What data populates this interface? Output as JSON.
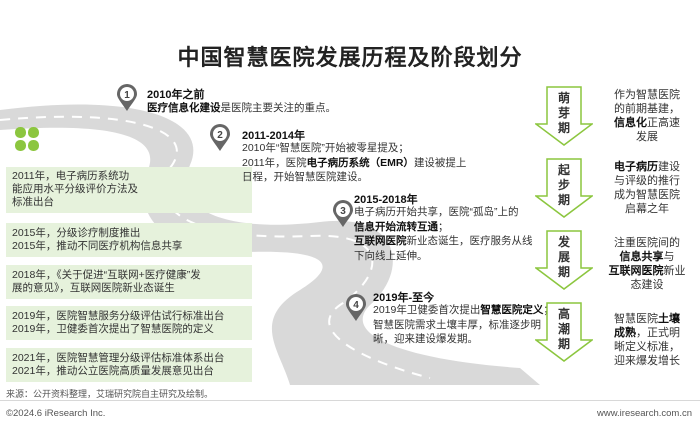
{
  "title": "中国智慧医院发展历程及阶段划分",
  "colors": {
    "green": "#8cc63f",
    "green_light": "#e6f2dc",
    "road": "#d9d9d9",
    "pin": "#666666"
  },
  "events": [
    {
      "lines": [
        "2011年，电子病历系统功",
        "能应用水平分级评价方法及",
        "标准出台"
      ]
    },
    {
      "lines": [
        "2015年，分级诊疗制度推出",
        "2015年，推动不同医疗机构信息共享"
      ]
    },
    {
      "lines": [
        "2018年，《关于促进“互联网+医疗健康”发",
        "展的意见》，互联网医院新业态诞生"
      ]
    },
    {
      "lines": [
        "2019年，医院智慧服务分级评估试行标准出台",
        "2019年，卫健委首次提出了智慧医院的定义"
      ]
    },
    {
      "lines": [
        "2021年，医院智慧管理分级评估标准体系出台",
        "2021年，推动公立医院高质量发展意见出台"
      ]
    }
  ],
  "stages": [
    {
      "num": "1",
      "head": "2010年之前",
      "lines": [
        [
          {
            "t": "医疗信息化建设",
            "b": true
          },
          {
            "t": "是医院主要关注的重点。",
            "b": false
          }
        ]
      ]
    },
    {
      "num": "2",
      "head": "2011-2014年",
      "lines": [
        [
          {
            "t": "2010年“智慧医院”开始被零星提及；",
            "b": false
          }
        ],
        [
          {
            "t": "2011年，医院",
            "b": false
          },
          {
            "t": "电子病历系统（EMR）",
            "b": true
          },
          {
            "t": "建设被提上",
            "b": false
          }
        ],
        [
          {
            "t": "日程，开始智慧医院建设。",
            "b": false
          }
        ]
      ]
    },
    {
      "num": "3",
      "head": "2015-2018年",
      "lines": [
        [
          {
            "t": "电子病历开始共享，医院“孤岛”上的",
            "b": false
          }
        ],
        [
          {
            "t": "信息开始流转互通",
            "b": true
          },
          {
            "t": "；",
            "b": false
          }
        ],
        [
          {
            "t": "互联网医院",
            "b": true
          },
          {
            "t": "新业态诞生，医疗服务从线",
            "b": false
          }
        ],
        [
          {
            "t": "下向线上延伸。",
            "b": false
          }
        ]
      ]
    },
    {
      "num": "4",
      "head": "2019年-至今",
      "lines": [
        [
          {
            "t": "2019年卫健委首次提出",
            "b": false
          },
          {
            "t": "智慧医院定义",
            "b": true
          },
          {
            "t": "；",
            "b": false
          }
        ],
        [
          {
            "t": "智慧医院需求土壤丰厚，标准逐步明",
            "b": false
          }
        ],
        [
          {
            "t": "晰，迎来建设爆发期。",
            "b": false
          }
        ]
      ]
    }
  ],
  "phases": [
    {
      "label": [
        "萌",
        "芽",
        "期"
      ],
      "desc": [
        [
          {
            "t": "作为智慧医院",
            "b": false
          }
        ],
        [
          {
            "t": "的前期基建，",
            "b": false
          }
        ],
        [
          {
            "t": "信息化",
            "b": true
          },
          {
            "t": "正高速",
            "b": false
          }
        ],
        [
          {
            "t": "发展",
            "b": false
          }
        ]
      ]
    },
    {
      "label": [
        "起",
        "步",
        "期"
      ],
      "desc": [
        [
          {
            "t": "电子病历",
            "b": true
          },
          {
            "t": "建设",
            "b": false
          }
        ],
        [
          {
            "t": "与评级的推行",
            "b": false
          }
        ],
        [
          {
            "t": "成为智慧医院",
            "b": false
          }
        ],
        [
          {
            "t": "启幕之年",
            "b": false
          }
        ]
      ]
    },
    {
      "label": [
        "发",
        "展",
        "期"
      ],
      "desc": [
        [
          {
            "t": "注重医院间的",
            "b": false
          }
        ],
        [
          {
            "t": "信息共享",
            "b": true
          },
          {
            "t": "与",
            "b": false
          }
        ],
        [
          {
            "t": "互联网医院",
            "b": true
          },
          {
            "t": "新业",
            "b": false
          }
        ],
        [
          {
            "t": "态建设",
            "b": false
          }
        ]
      ]
    },
    {
      "label": [
        "高",
        "潮",
        "期"
      ],
      "desc": [
        [
          {
            "t": "智慧医院",
            "b": false
          },
          {
            "t": "土壤",
            "b": true
          }
        ],
        [
          {
            "t": "成熟",
            "b": true
          },
          {
            "t": "，正式明",
            "b": false
          }
        ],
        [
          {
            "t": "晰定义标准，",
            "b": false
          }
        ],
        [
          {
            "t": "迎来爆发增长",
            "b": false
          }
        ]
      ]
    }
  ],
  "source": "来源：公开资料整理，艾瑞研究院自主研究及绘制。",
  "copyright": "©2024.6 iResearch Inc.",
  "url": "www.iresearch.com.cn"
}
